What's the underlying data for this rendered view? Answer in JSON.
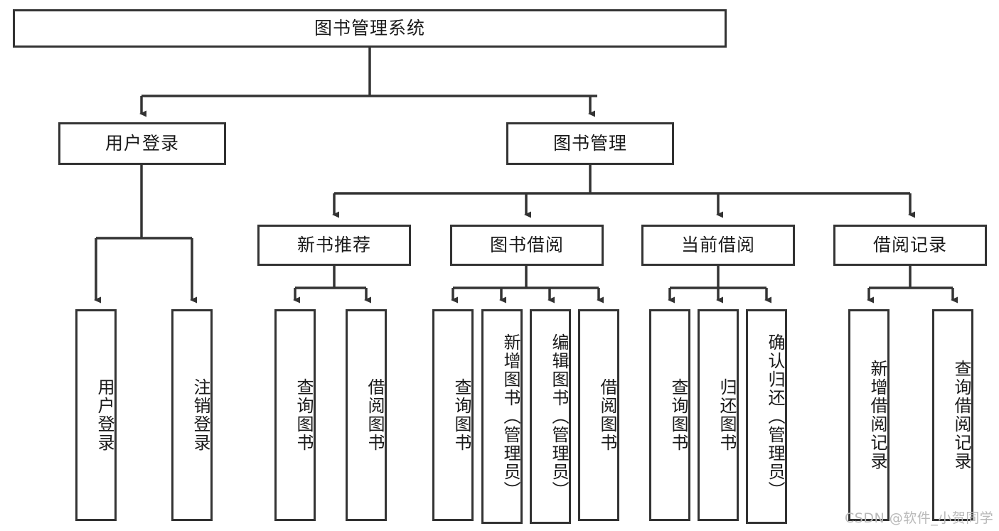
{
  "diagram": {
    "type": "tree",
    "title": "图书管理系统",
    "colors": {
      "stroke": "#333333",
      "fill": "#ffffff",
      "text": "#1a1a1a",
      "watermark": "#b9b9b9"
    },
    "watermark": "CSDN @软件_小贺同学"
  },
  "root": {
    "label": "图书管理系统"
  },
  "level2": [
    {
      "label": "用户登录"
    },
    {
      "label": "图书管理"
    }
  ],
  "level3": [
    {
      "label": "新书推荐"
    },
    {
      "label": "图书借阅"
    },
    {
      "label": "当前借阅"
    },
    {
      "label": "借阅记录"
    }
  ],
  "leaves": {
    "user_login": [
      {
        "label": "用户登录"
      },
      {
        "label": "注销登录"
      }
    ],
    "new_book_recommend": [
      {
        "label": "查询图书"
      },
      {
        "label": "借阅图书"
      }
    ],
    "book_borrow": [
      {
        "label": "查询图书"
      },
      {
        "label": "新增图书（管理员）"
      },
      {
        "label": "编辑图书（管理员）"
      },
      {
        "label": "借阅图书"
      }
    ],
    "current_borrow": [
      {
        "label": "查询图书"
      },
      {
        "label": "归还图书"
      },
      {
        "label": "确认归还（管理员）"
      }
    ],
    "borrow_record": [
      {
        "label": "新增借阅记录"
      },
      {
        "label": "查询借阅记录"
      }
    ]
  }
}
